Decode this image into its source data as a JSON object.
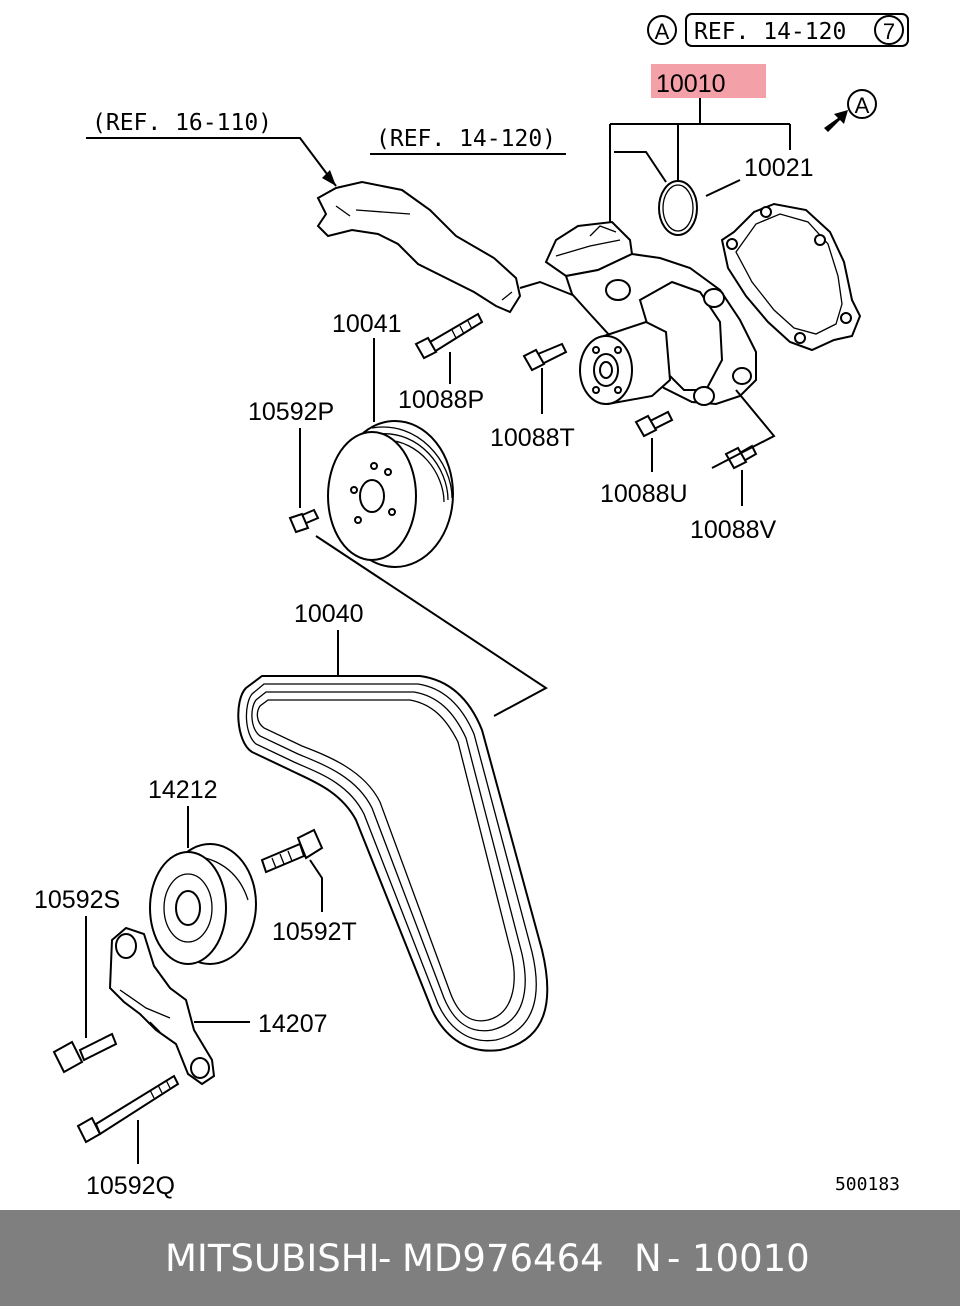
{
  "diagram": {
    "refs": {
      "circle_a": "A",
      "top_ref": "REF. 14-120",
      "top_ref_circle": "7",
      "ref_16_110": "(REF. 16-110)",
      "ref_14_120": "(REF. 14-120)",
      "arrow_a": "A"
    },
    "parts": {
      "p10010": "10010",
      "p10021": "10021",
      "p10041": "10041",
      "p10592P": "10592P",
      "p10088P": "10088P",
      "p10088T": "10088T",
      "p10088U": "10088U",
      "p10088V": "10088V",
      "p10040": "10040",
      "p14212": "14212",
      "p10592S": "10592S",
      "p10592T": "10592T",
      "p14207": "14207",
      "p10592Q": "10592Q"
    },
    "diagram_number": "500183",
    "highlight_color": "#f4a0a8"
  },
  "footer": {
    "brand": "MITSUBISHI",
    "separator": "-",
    "part_number": "MD976464",
    "ref_prefix": "N",
    "ref_separator": "-",
    "ref_number": "10010",
    "background": "#7f7f7f"
  }
}
